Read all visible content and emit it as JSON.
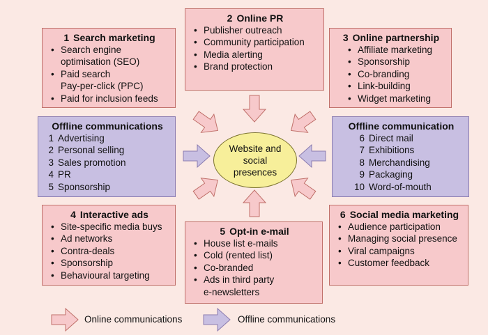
{
  "center": {
    "label": "Website and social presences"
  },
  "boxes": {
    "search": {
      "num": "1",
      "title": "Search marketing",
      "items": [
        "Search engine",
        "optimisation (SEO)",
        "Paid search",
        "Pay-per-click (PPC)",
        "Paid for inclusion feeds"
      ]
    },
    "pr": {
      "num": "2",
      "title": "Online PR",
      "items": [
        "Publisher outreach",
        "Community participation",
        "Media alerting",
        "Brand protection"
      ]
    },
    "partnership": {
      "num": "3",
      "title": "Online partnership",
      "items": [
        "Affiliate marketing",
        "Sponsorship",
        "Co-branding",
        "Link-building",
        "Widget marketing"
      ]
    },
    "offline_left": {
      "title": "Offline communications",
      "items": [
        {
          "n": "1",
          "label": "Advertising"
        },
        {
          "n": "2",
          "label": "Personal selling"
        },
        {
          "n": "3",
          "label": "Sales promotion"
        },
        {
          "n": "4",
          "label": "PR"
        },
        {
          "n": "5",
          "label": "Sponsorship"
        }
      ]
    },
    "offline_right": {
      "title": "Offline communication",
      "items": [
        {
          "n": "6",
          "label": "Direct mail"
        },
        {
          "n": "7",
          "label": "Exhibitions"
        },
        {
          "n": "8",
          "label": "Merchandising"
        },
        {
          "n": "9",
          "label": "Packaging"
        },
        {
          "n": "10",
          "label": "Word-of-mouth"
        }
      ]
    },
    "interactive": {
      "num": "4",
      "title": "Interactive ads",
      "items": [
        "Site-specific media buys",
        "Ad networks",
        "Contra-deals",
        "Sponsorship",
        "Behavioural targeting"
      ]
    },
    "email": {
      "num": "5",
      "title": "Opt-in e-mail",
      "items": [
        "House list e-mails",
        "Cold (rented list)",
        "Co-branded",
        "Ads in third party",
        "e-newsletters"
      ]
    },
    "social": {
      "num": "6",
      "title": "Social media marketing",
      "items": [
        "Audience participation",
        "Managing social presence",
        "Viral campaigns",
        "Customer feedback"
      ]
    }
  },
  "legend": {
    "online": "Online communications",
    "offline": "Offline communications"
  },
  "colors": {
    "online_fill": "#f7c9cb",
    "offline_fill": "#c8bfe2",
    "center_fill": "#f7ef9a",
    "background": "#fbe9e4"
  }
}
